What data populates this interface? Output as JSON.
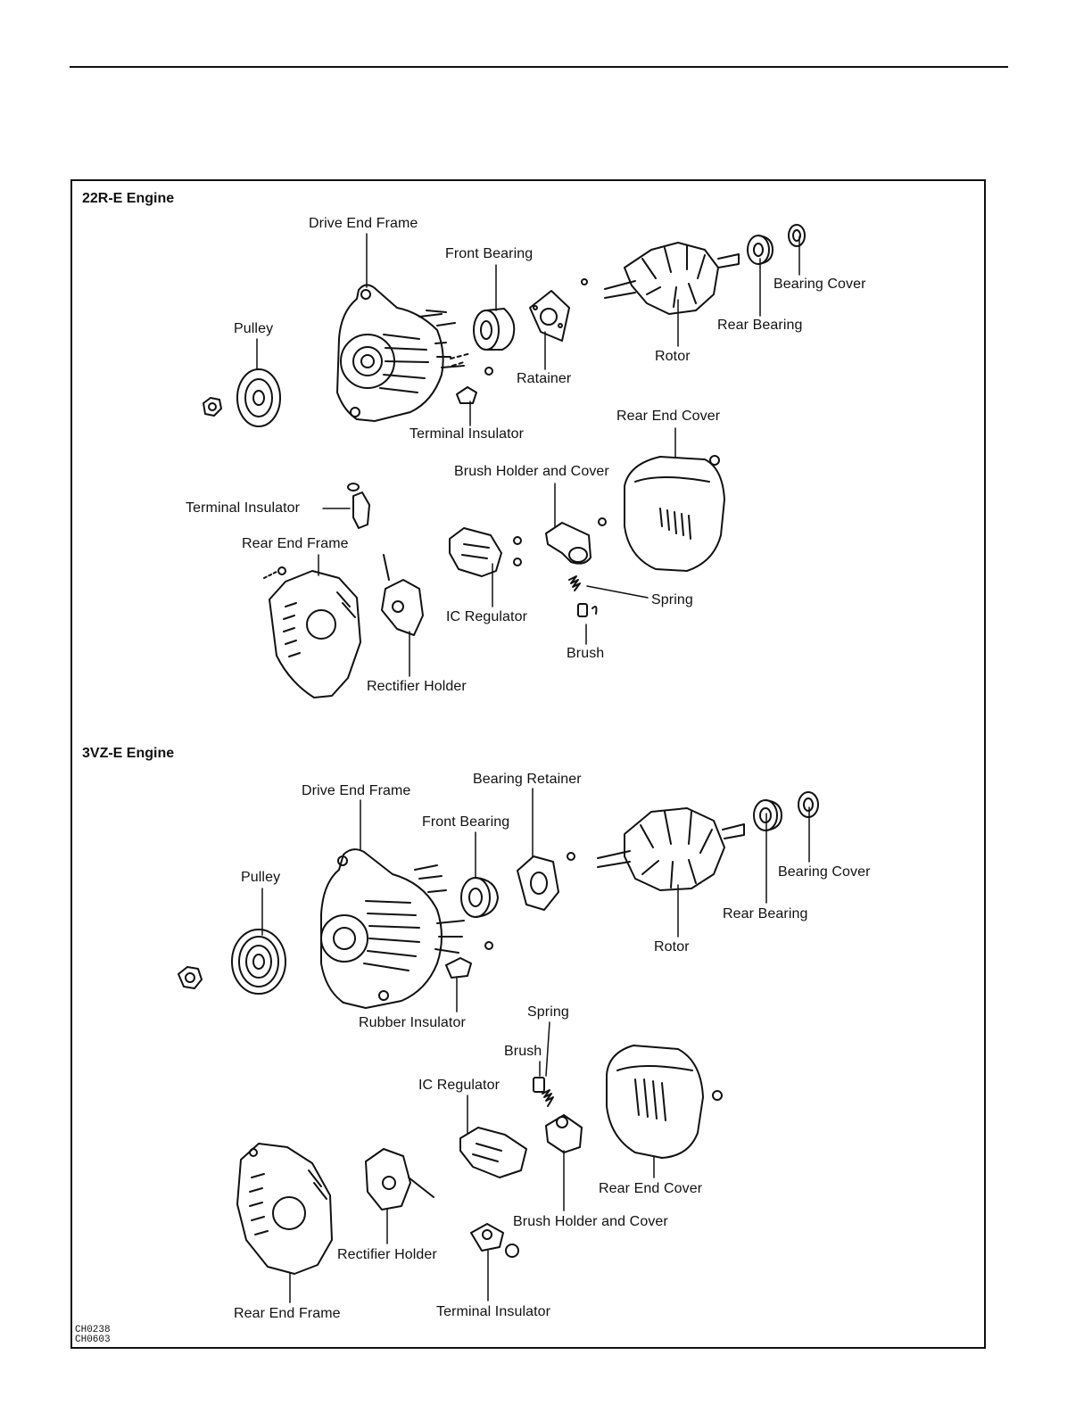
{
  "sections": [
    {
      "title": "22R-E Engine",
      "labels": {
        "drive_end_frame": "Drive End Frame",
        "front_bearing": "Front Bearing",
        "bearing_cover": "Bearing Cover",
        "rear_bearing": "Rear Bearing",
        "pulley": "Pulley",
        "rotor": "Rotor",
        "retainer": "Ratainer",
        "terminal_insulator_top": "Terminal Insulator",
        "rear_end_cover": "Rear End Cover",
        "brush_holder_and_cover": "Brush Holder and Cover",
        "terminal_insulator_left": "Terminal Insulator",
        "rear_end_frame": "Rear End Frame",
        "spring": "Spring",
        "ic_regulator": "IC Regulator",
        "brush": "Brush",
        "rectifier_holder": "Rectifier Holder"
      }
    },
    {
      "title": "3VZ-E Engine",
      "labels": {
        "drive_end_frame": "Drive End Frame",
        "bearing_retainer": "Bearing Retainer",
        "front_bearing": "Front Bearing",
        "pulley": "Pulley",
        "bearing_cover": "Bearing Cover",
        "rear_bearing": "Rear Bearing",
        "rotor": "Rotor",
        "rubber_insulator": "Rubber Insulator",
        "spring": "Spring",
        "brush": "Brush",
        "ic_regulator": "IC Regulator",
        "rear_end_cover": "Rear End Cover",
        "brush_holder_and_cover": "Brush Holder and Cover",
        "rectifier_holder": "Rectifier Holder",
        "rear_end_frame": "Rear End Frame",
        "terminal_insulator": "Terminal Insulator"
      }
    }
  ],
  "figure_codes": [
    "CH0238",
    "CH0603"
  ]
}
